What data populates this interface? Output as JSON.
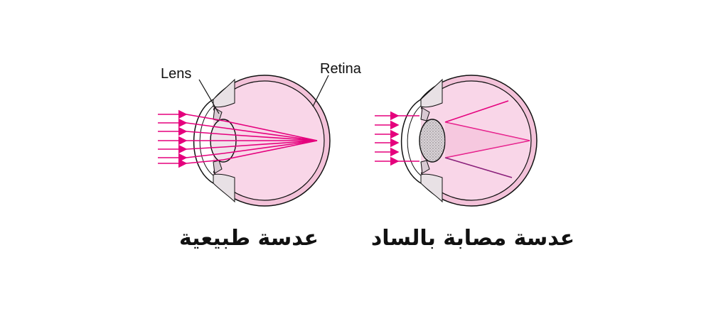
{
  "labels": {
    "lens": "Lens",
    "retina": "Retina"
  },
  "captions": {
    "normal": "عدسة طبيعية",
    "cataract": "عدسة مصابة بالساد"
  },
  "colors": {
    "ray": "#e5007d",
    "eye_fill": "#f7cfe3",
    "eye_outline": "#111111",
    "lens_normal": "#f0e2ea",
    "lens_cataract": "#b7b0b5",
    "ray_faded": "#f2b8d4"
  }
}
